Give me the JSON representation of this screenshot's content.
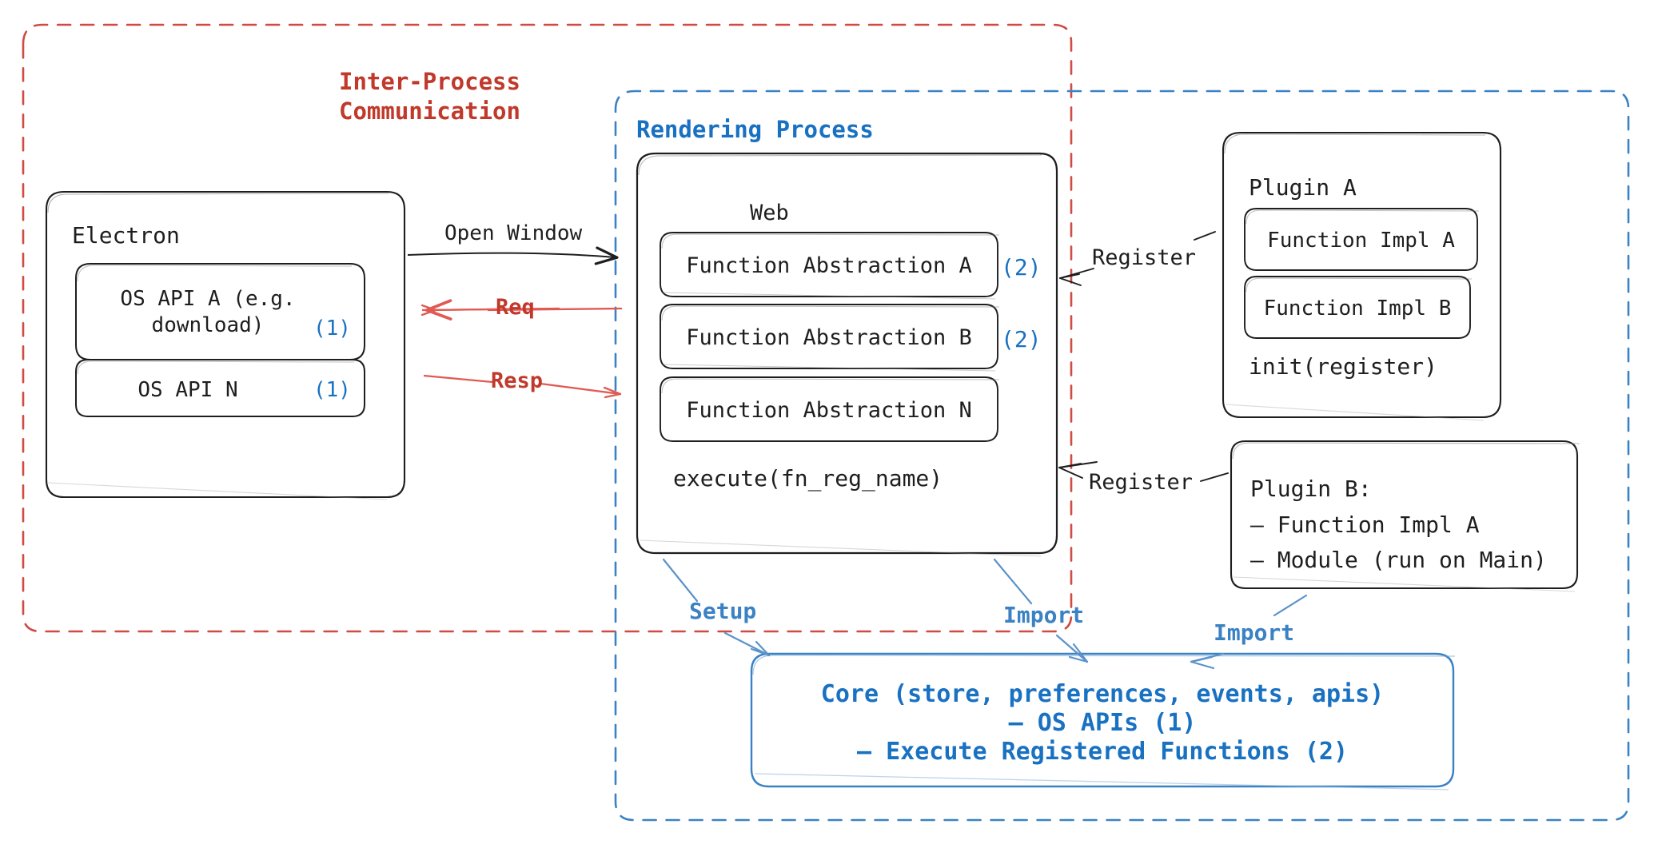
{
  "diagram": {
    "title": "Electron plugin architecture",
    "colors": {
      "ipc_red": "#c0392b",
      "process_blue": "#1971c2",
      "accent_blue": "#3b82c4",
      "ink": "#1e1e1e"
    }
  },
  "containers": {
    "ipc": {
      "label_line1": "Inter-Process",
      "label_line2": "Communication",
      "style": "dashed",
      "color": "#c0392b"
    },
    "rendering_process": {
      "label": "Rendering Process",
      "style": "dashed",
      "color": "#1971c2"
    }
  },
  "electron": {
    "title": "Electron",
    "apis": [
      {
        "label_line1": "OS API A (e.g.",
        "label_line2": "download)",
        "marker": "(1)"
      },
      {
        "label_line1": "OS API N",
        "label_line2": "",
        "marker": "(1)"
      }
    ]
  },
  "web": {
    "title": "Web",
    "abstractions": [
      {
        "label": "Function Abstraction A",
        "marker": "(2)"
      },
      {
        "label": "Function Abstraction B",
        "marker": "(2)"
      },
      {
        "label": "Function Abstraction N",
        "marker": ""
      }
    ],
    "footer": "execute(fn_reg_name)"
  },
  "plugin_a": {
    "title": "Plugin A",
    "items": [
      "Function Impl A",
      "Function Impl B"
    ],
    "footer": "init(register)"
  },
  "plugin_b": {
    "title": "Plugin B:",
    "items": [
      "– Function Impl A",
      "– Module (run on Main)"
    ]
  },
  "core": {
    "line1": "Core (store, preferences, events, apis)",
    "line2": "– OS APIs (1)",
    "line3": "– Execute Registered Functions (2)"
  },
  "arrows": [
    {
      "name": "open-window",
      "label": "Open Window",
      "color": "#1e1e1e"
    },
    {
      "name": "req",
      "label": "Req",
      "color": "#c0392b"
    },
    {
      "name": "resp",
      "label": "Resp",
      "color": "#c0392b"
    },
    {
      "name": "register-plugin-a",
      "label": "Register",
      "color": "#1e1e1e"
    },
    {
      "name": "register-plugin-b",
      "label": "Register",
      "color": "#1e1e1e"
    },
    {
      "name": "setup",
      "label": "Setup",
      "color": "#3b82c4"
    },
    {
      "name": "import-web",
      "label": "Import",
      "color": "#3b82c4"
    },
    {
      "name": "import-plugin-b",
      "label": "Import",
      "color": "#3b82c4"
    }
  ]
}
